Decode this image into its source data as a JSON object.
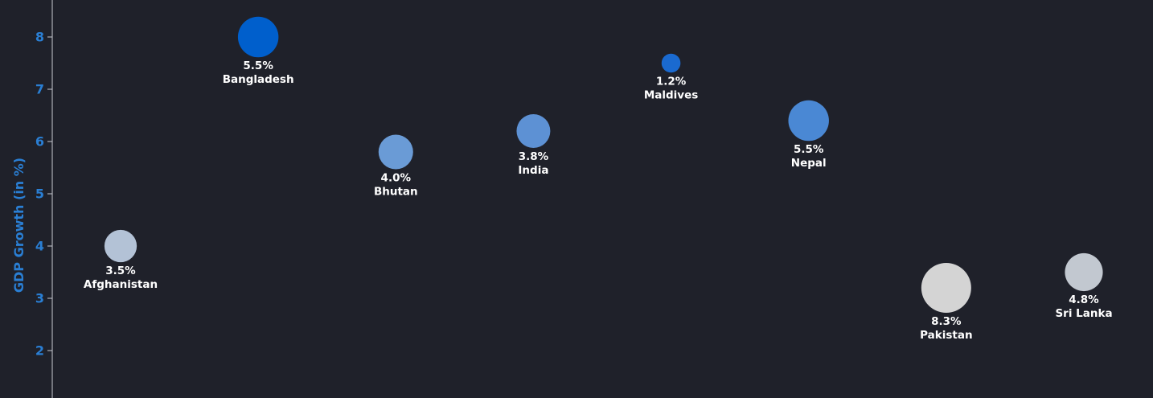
{
  "chart_data": {
    "type": "scatter",
    "variant": "bubble",
    "title": "",
    "xlabel": "",
    "ylabel": "GDP Growth (in %)",
    "ylim": [
      1,
      8.7
    ],
    "yticks": [
      2,
      3,
      4,
      5,
      6,
      7,
      8
    ],
    "grid": false,
    "legend": "none",
    "background_color": "#1f212a",
    "axis_color": "#c8cbd2",
    "tick_label_color": "#2a7fd4",
    "point_label_color": "#ffffff",
    "points": [
      {
        "name": "Afghanistan",
        "y": 4.0,
        "size_value": 3.5,
        "size_label": "3.5%",
        "color": "#b3c2d6"
      },
      {
        "name": "Bangladesh",
        "y": 8.0,
        "size_value": 5.5,
        "size_label": "5.5%",
        "color": "#005fcc"
      },
      {
        "name": "Bhutan",
        "y": 5.8,
        "size_value": 4.0,
        "size_label": "4.0%",
        "color": "#6a9bd6"
      },
      {
        "name": "India",
        "y": 6.2,
        "size_value": 3.8,
        "size_label": "3.8%",
        "color": "#5d91d4"
      },
      {
        "name": "Maldives",
        "y": 7.5,
        "size_value": 1.2,
        "size_label": "1.2%",
        "color": "#1a6ad0"
      },
      {
        "name": "Nepal",
        "y": 6.4,
        "size_value": 5.5,
        "size_label": "5.5%",
        "color": "#4a88d4"
      },
      {
        "name": "Pakistan",
        "y": 3.2,
        "size_value": 8.3,
        "size_label": "8.3%",
        "color": "#d4d4d4"
      },
      {
        "name": "Sri Lanka",
        "y": 3.5,
        "size_value": 4.8,
        "size_label": "4.8%",
        "color": "#c2c8d0"
      }
    ]
  }
}
